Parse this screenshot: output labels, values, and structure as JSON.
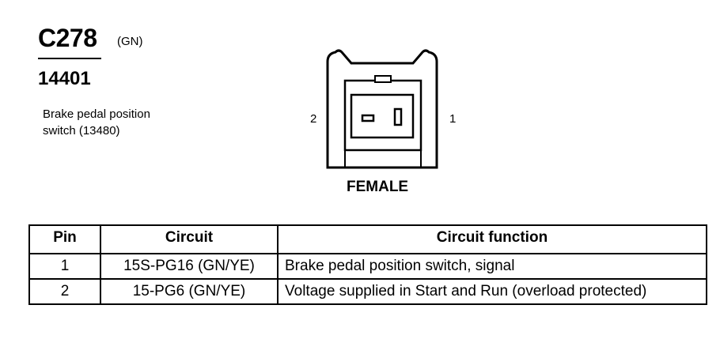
{
  "header": {
    "connector_id": "C278",
    "color_code": "(GN)",
    "part_number": "14401",
    "description_line1": "Brake pedal position",
    "description_line2": "switch (13480)"
  },
  "diagram": {
    "pin_left_label": "2",
    "pin_right_label": "1",
    "gender": "FEMALE"
  },
  "table": {
    "headers": [
      "Pin",
      "Circuit",
      "Circuit function"
    ],
    "rows": [
      {
        "pin": "1",
        "circuit": "15S-PG16 (GN/YE)",
        "function": "Brake pedal position switch, signal"
      },
      {
        "pin": "2",
        "circuit": "15-PG6 (GN/YE)",
        "function": "Voltage supplied in Start and Run (overload protected)"
      }
    ]
  }
}
